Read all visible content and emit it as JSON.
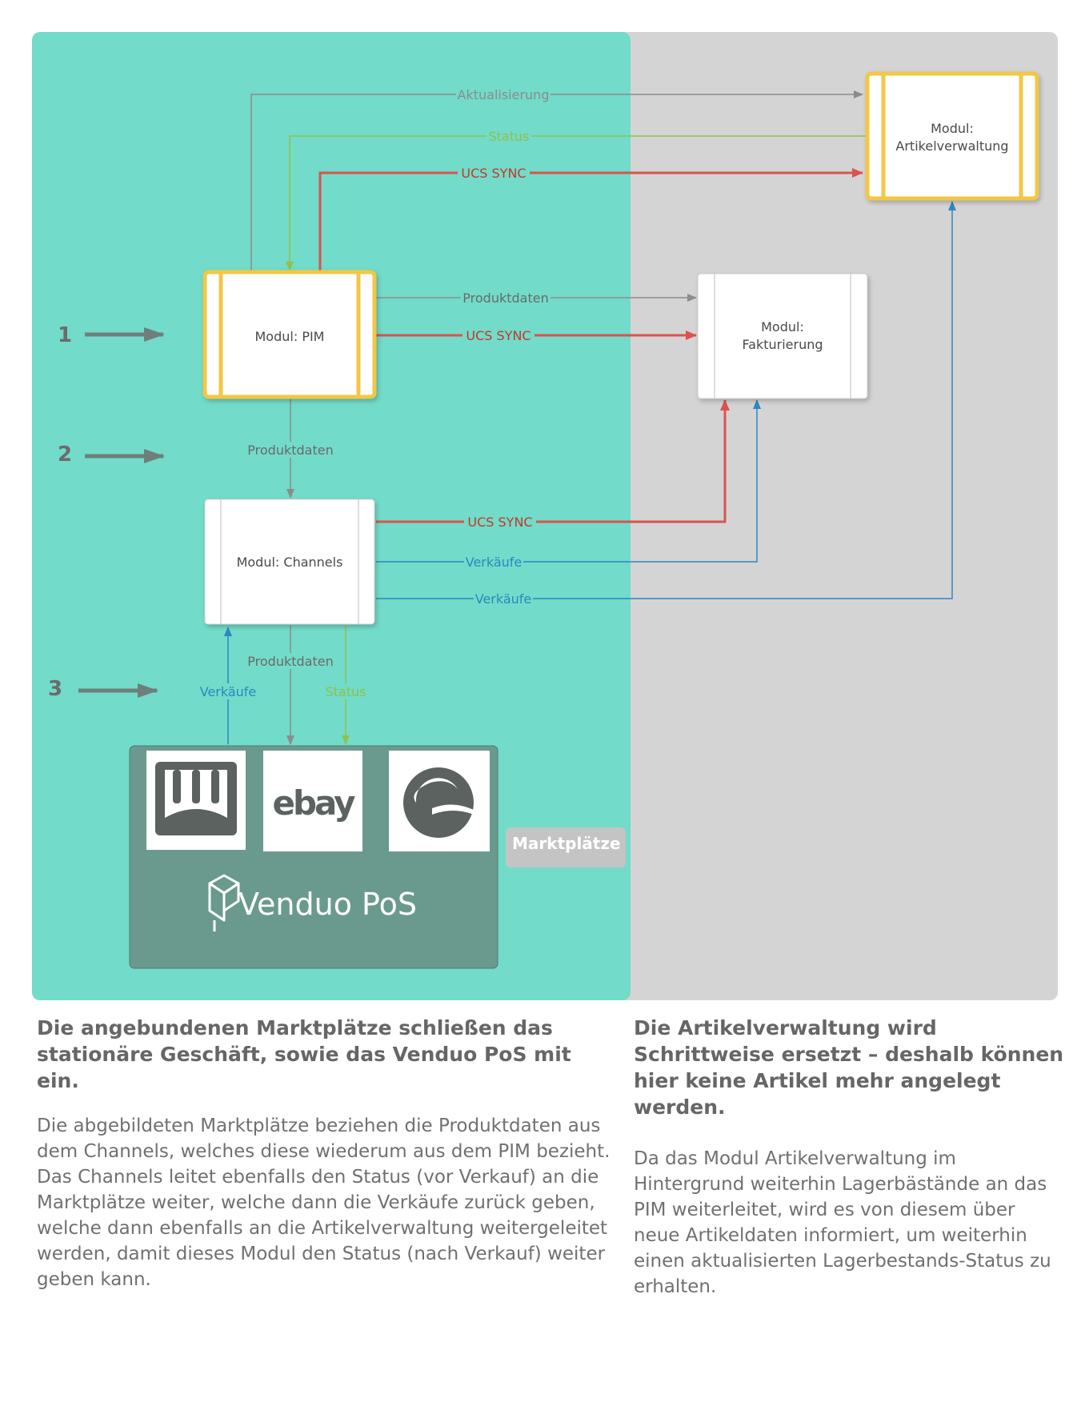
{
  "zones": {
    "left_color": "#72dbc9",
    "right_color": "#d4d4d4"
  },
  "modules": {
    "pim": "Modul: PIM",
    "artikelverwaltung": [
      "Modul:",
      "Artikelverwaltung"
    ],
    "fakturierung": [
      "Modul:",
      "Fakturierung"
    ],
    "channels": "Modul: Channels"
  },
  "arrows": {
    "aktualisierung": "Aktualisierung",
    "status": "Status",
    "ucs_sync": "UCS SYNC",
    "produktdaten": "Produktdaten",
    "verkaeufe": "Verkäufe"
  },
  "steps": [
    "1",
    "2",
    "3"
  ],
  "marketplace": {
    "tag": "Marktplätze",
    "brand": "Venduo PoS",
    "ebay_logo": "ebay",
    "logos": [
      "kasse-logo",
      "ebay-logo",
      "shopware-logo"
    ]
  },
  "colors": {
    "gray_arrow": "#8c8c8c",
    "green_arrow": "#8fc24a",
    "red_arrow": "#d9534f",
    "blue_arrow": "#2e86c1",
    "yellow_border": "#f2c744"
  },
  "text": {
    "left_heading": "Die angebundenen Marktplätze schließen das stationäre Geschäft, sowie das Venduo PoS mit ein.",
    "left_body": "Die abgebildeten Marktplätze  beziehen die Produktdaten aus dem Channels, welches diese wiederum aus dem PIM bezieht. Das Channels leitet ebenfalls den Status (vor Verkauf) an die Marktplätze weiter,  welche dann die Verkäufe zurück geben, welche dann ebenfalls an die Artikelverwaltung weitergeleitet werden, damit dieses Modul den Status (nach Verkauf) weiter geben kann.",
    "right_heading": "Die Artikelverwaltung wird Schrittweise ersetzt – deshalb können hier keine Artikel mehr angelegt werden.",
    "right_body": "Da das Modul Artikelverwaltung im Hintergrund weiterhin Lagerbästände an das PIM weiterleitet, wird es von diesem über neue Artikeldaten informiert, um weiterhin einen aktualisierten Lagerbestands-Status zu erhalten."
  }
}
